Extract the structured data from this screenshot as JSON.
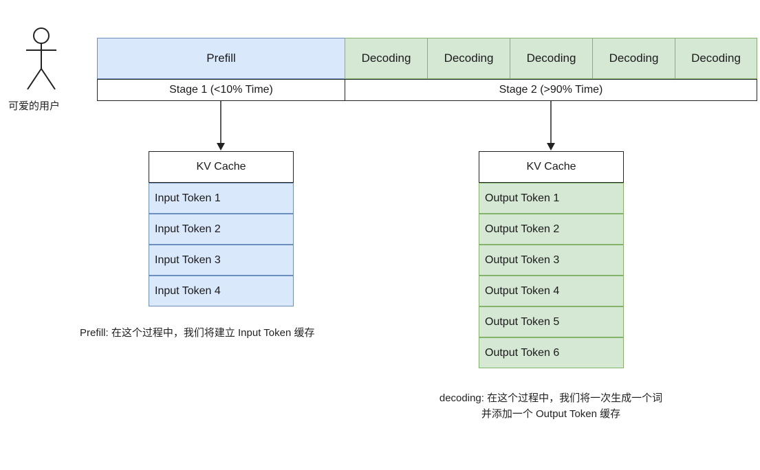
{
  "user": {
    "label": "可爱的用户",
    "icon": "stick-figure-icon"
  },
  "timeline": {
    "prefill_label": "Prefill",
    "decoding_labels": [
      "Decoding",
      "Decoding",
      "Decoding",
      "Decoding",
      "Decoding"
    ],
    "stage1_label": "Stage 1 (<10% Time)",
    "stage2_label": "Stage 2 (>90% Time)"
  },
  "prefill_cache": {
    "title": "KV Cache",
    "rows": [
      "Input Token 1",
      "Input Token 2",
      "Input Token 3",
      "Input Token 4"
    ]
  },
  "decoding_cache": {
    "title": "KV Cache",
    "rows": [
      "Output Token 1",
      "Output Token 2",
      "Output Token 3",
      "Output Token 4",
      "Output Token 5",
      "Output Token 6"
    ]
  },
  "captions": {
    "prefill": "Prefill: 在这个过程中，我们将建立 Input Token 缓存",
    "decoding_line1": "decoding: 在这个过程中，我们将一次生成一个词",
    "decoding_line2": "并添加一个 Output Token 缓存"
  },
  "colors": {
    "prefill_fill": "#dae8fc",
    "prefill_border": "#6c8ebf",
    "decoding_fill": "#d5e8d4",
    "decoding_border": "#82b366"
  }
}
